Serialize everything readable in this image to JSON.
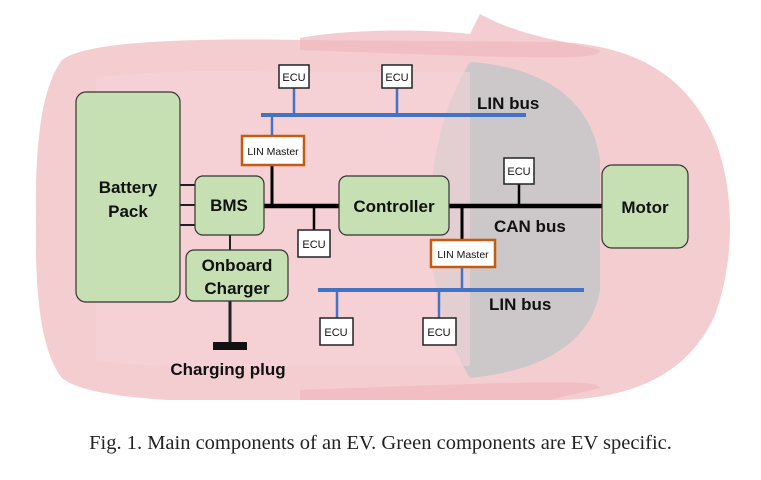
{
  "components": {
    "battery_pack": [
      "Battery",
      "Pack"
    ],
    "bms": "BMS",
    "onboard_charger": [
      "Onboard",
      "Charger"
    ],
    "controller": "Controller",
    "motor": "Motor",
    "charging_plug": "Charging plug"
  },
  "buses": {
    "lin_top": "LIN bus",
    "can": "CAN bus",
    "lin_bottom": "LIN bus"
  },
  "lin_master_label": "LIN Master",
  "ecu_label": "ECU",
  "caption": "Fig. 1.  Main components of an EV. Green components are EV specific.",
  "colors": {
    "green_fill": "#c6e0b4",
    "green_stroke": "#2f2f2f",
    "car_body": "#f0c2c6",
    "car_dark": "#c9c9c9",
    "lin_bus": "#4472c4",
    "can_bus": "#000000",
    "lin_master_border": "#c55a11"
  }
}
